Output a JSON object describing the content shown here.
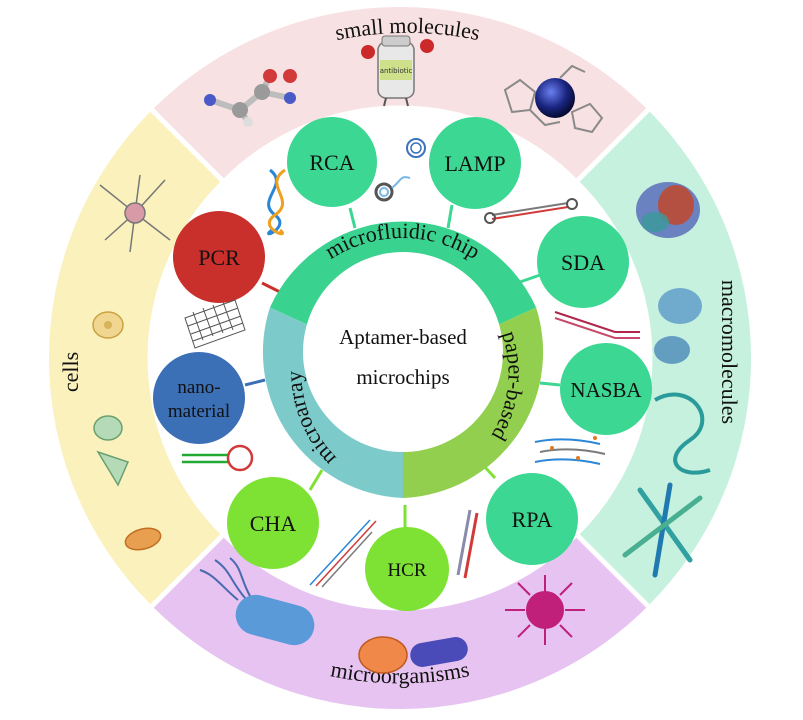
{
  "center": {
    "line1": "Aptamer-based",
    "line2": "microchips"
  },
  "inner_ring": [
    {
      "id": "microfluidic",
      "label": "microfluidic  chip",
      "color": "#3ad28f"
    },
    {
      "id": "paper",
      "label": "paper-based",
      "color": "#92cf4e"
    },
    {
      "id": "microarray",
      "label": "microarray",
      "color": "#7ccbca"
    }
  ],
  "outer_ring": [
    {
      "id": "small-molecules",
      "label": "small molecules",
      "color": "#f8e1e3"
    },
    {
      "id": "macromolecules",
      "label": "macromolecules",
      "color": "#c5f1de"
    },
    {
      "id": "microorganisms",
      "label": "microorganisms",
      "color": "#e6c3f0"
    },
    {
      "id": "cells",
      "label": "cells",
      "color": "#fbf1bd"
    }
  ],
  "nodes": [
    {
      "id": "rca",
      "label": "RCA",
      "color": "#3cd792"
    },
    {
      "id": "lamp",
      "label": "LAMP",
      "color": "#3cd792"
    },
    {
      "id": "sda",
      "label": "SDA",
      "color": "#3cd792"
    },
    {
      "id": "nasba",
      "label": "NASBA",
      "color": "#3cd792"
    },
    {
      "id": "rpa",
      "label": "RPA",
      "color": "#3cd792"
    },
    {
      "id": "hcr",
      "label": "HCR",
      "color": "#7de233"
    },
    {
      "id": "cha",
      "label": "CHA",
      "color": "#7de233"
    },
    {
      "id": "nanomaterial",
      "label_line1": "nano-",
      "label_line2": "material",
      "color": "#3b6fb6"
    },
    {
      "id": "pcr",
      "label": "PCR",
      "color": "#c9302c"
    }
  ],
  "illustration_labels": {
    "bottle": "antibiotic"
  }
}
